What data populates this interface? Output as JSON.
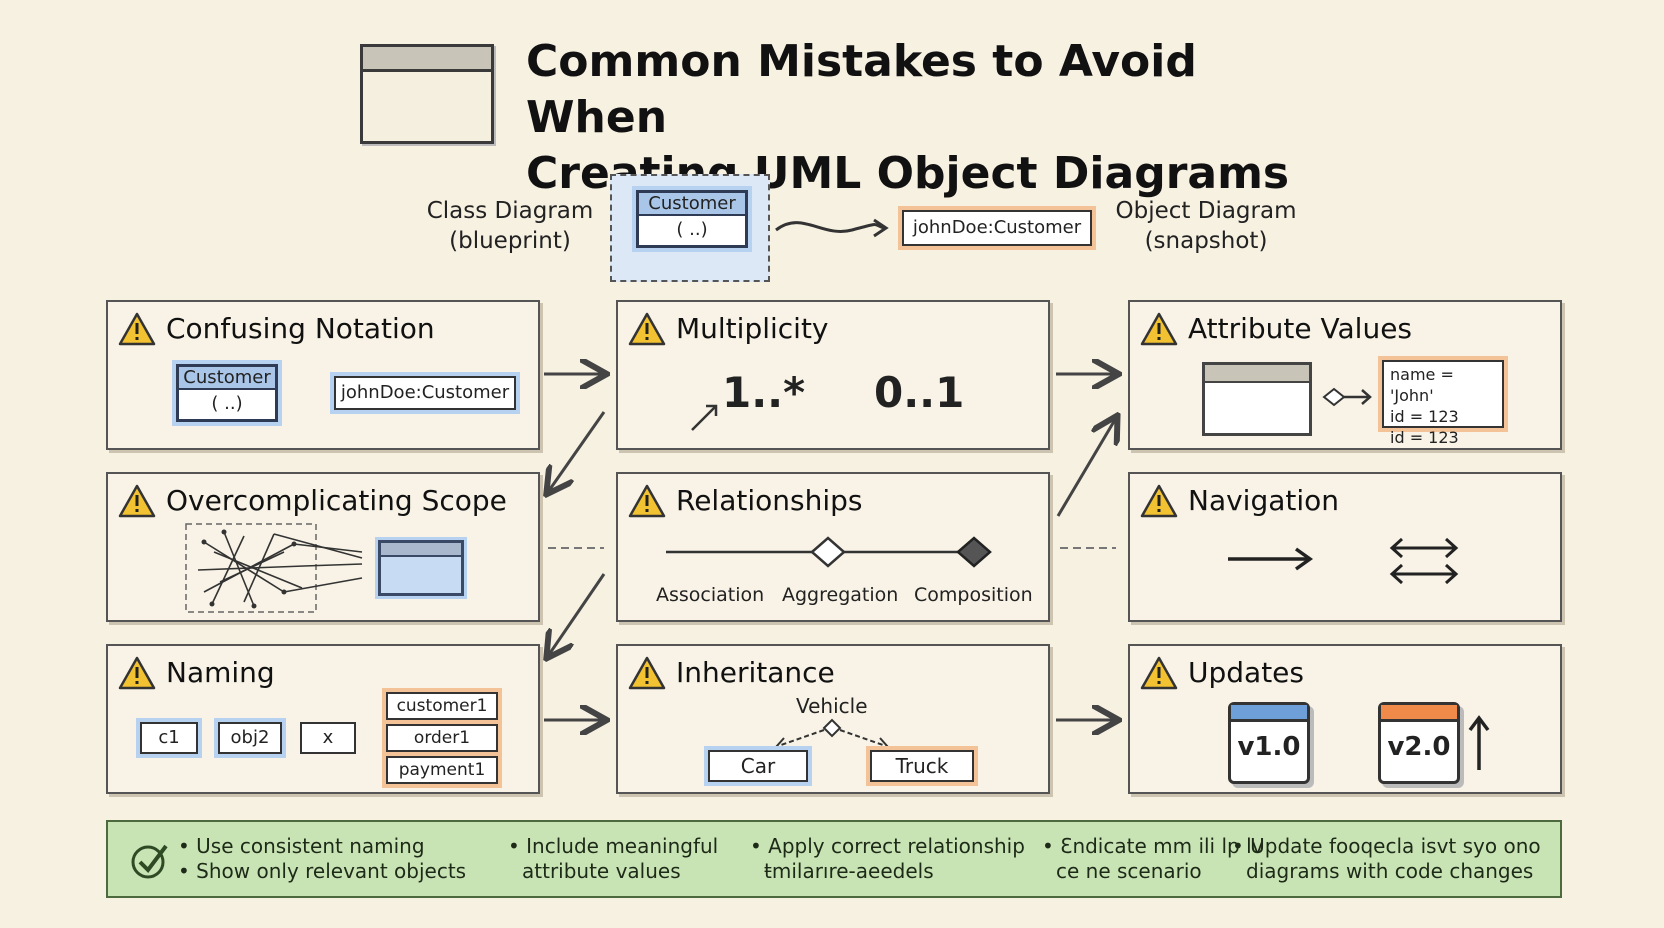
{
  "title": {
    "line1": "Common Mistakes to Avoid When",
    "line2": "Creating UML Object Diagrams"
  },
  "intro": {
    "class_caption_1": "Class Diagram",
    "class_caption_2": "(blueprint)",
    "class_box_header": "Customer",
    "class_box_body": "( ..)",
    "object_box": "johnDoe:Customer",
    "object_caption_1": "Object Diagram",
    "object_caption_2": "(snapshot)"
  },
  "cards": {
    "notation": {
      "title": "Confusing Notation",
      "class_header": "Customer",
      "class_body": "( ..)",
      "object_label": "johnDoe:Customer"
    },
    "multiplicity": {
      "title": "Multiplicity",
      "value1": "1..*",
      "value2": "0..1"
    },
    "attributes": {
      "title": "Attribute Values",
      "line1": "name = 'John'",
      "line2": "id = 123",
      "line3": "id = 123"
    },
    "scope": {
      "title": "Overcomplicating Scope"
    },
    "relationships": {
      "title": "Relationships",
      "association": "Association",
      "aggregation": "Aggregation",
      "composition": "Composition"
    },
    "navigation": {
      "title": "Navigation"
    },
    "naming": {
      "title": "Naming",
      "bad": [
        "c1",
        "obj2",
        "x"
      ],
      "good": [
        "customer1",
        "order1",
        "payment1"
      ]
    },
    "inheritance": {
      "title": "Inheritance",
      "parent": "Vehicle",
      "child1": "Car",
      "child2": "Truck"
    },
    "updates": {
      "title": "Updates",
      "version1": "v1.0",
      "version2": "v2.0"
    }
  },
  "tips": {
    "t1a": "• Use consistent naming",
    "t1b": "• Show only relevant objects",
    "t2a": "• Include meaningful",
    "t2b": "attribute values",
    "t3a": "• Apply correct relationship",
    "t3b": "ŧmilarıre-aeedels",
    "t4a": "• Ɛndicate mm ili lp lv",
    "t4b": "ce ne scenario",
    "t5a": "• Update fooqecla isvt syo ono",
    "t5b": "diagrams with code changes"
  },
  "colors": {
    "background": "#f7f1e2",
    "class_blue": "#a9c5e8",
    "object_orange": "#f4c297",
    "warning_yellow": "#f2c233",
    "tip_green": "#c9e4b4"
  },
  "icons": [
    "warning-icon",
    "check-circle-icon",
    "calendar-icon",
    "arrow-up-icon",
    "arrow-right-icon",
    "double-arrow-icon"
  ]
}
